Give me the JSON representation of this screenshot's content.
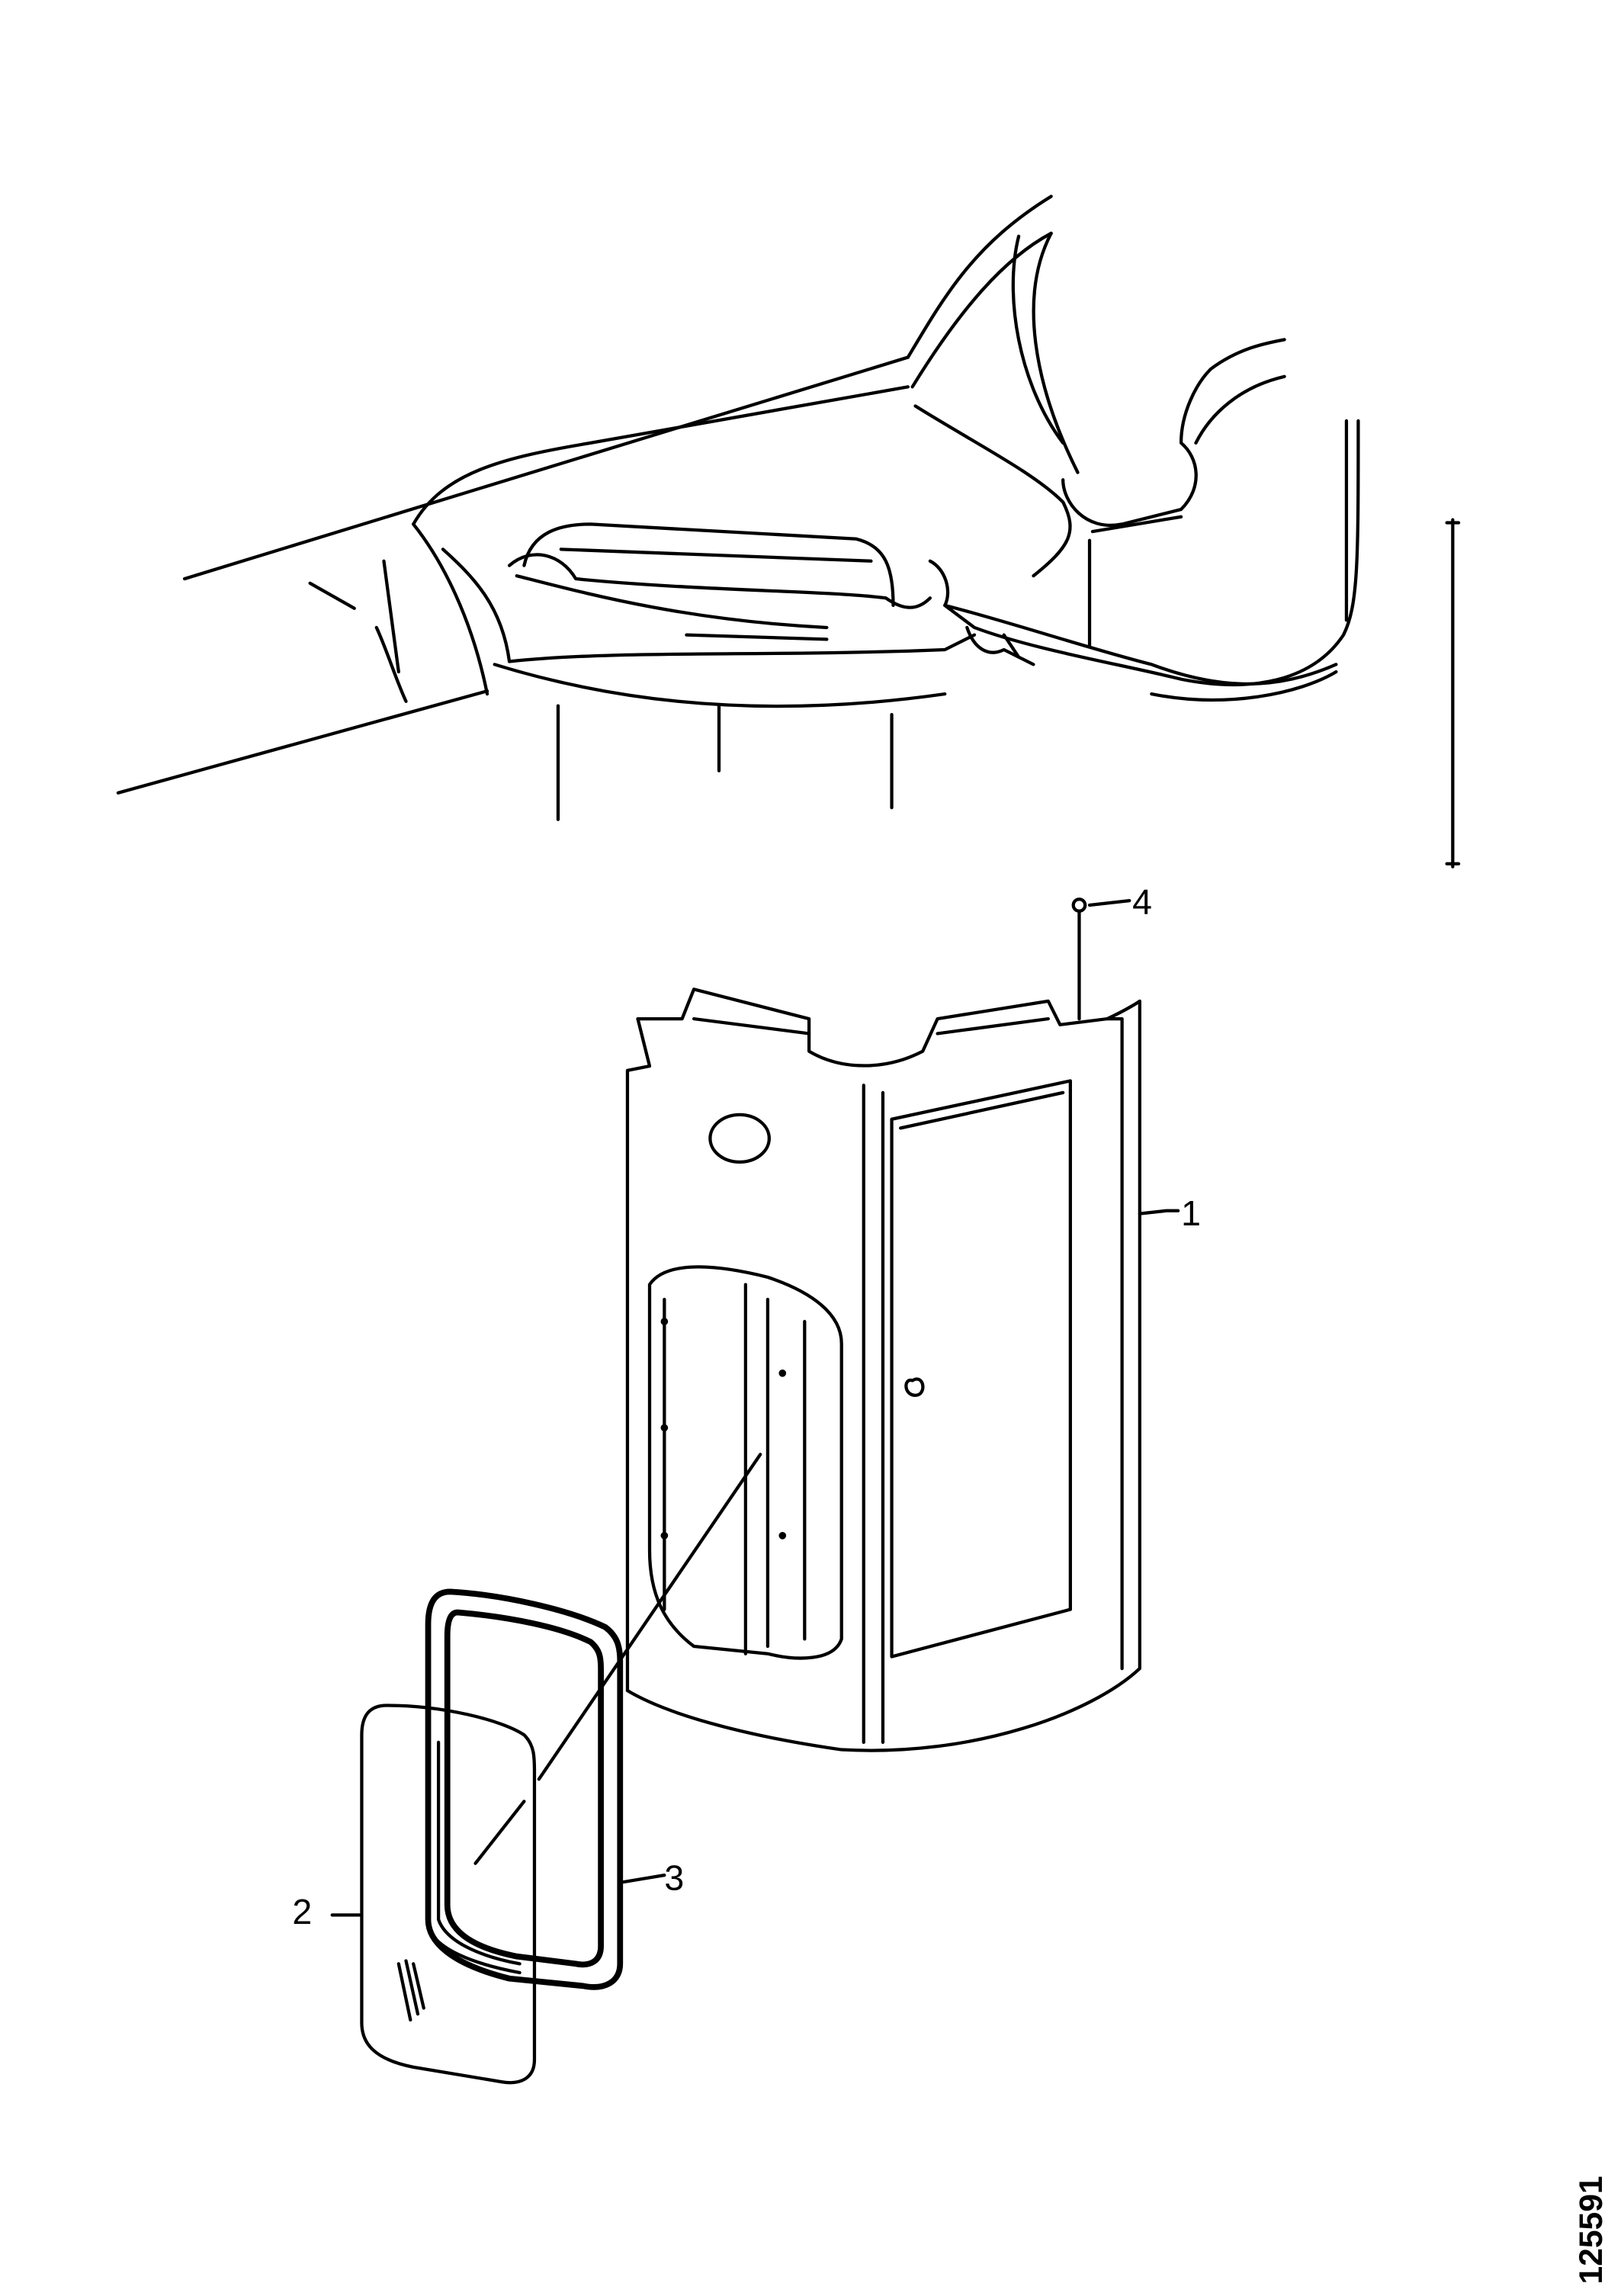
{
  "diagram": {
    "callouts": [
      {
        "id": "1",
        "label": "1"
      },
      {
        "id": "2",
        "label": "2"
      },
      {
        "id": "3",
        "label": "3"
      },
      {
        "id": "4",
        "label": "4"
      }
    ],
    "document_number": "125591",
    "line_color": "#000000",
    "background_color": "#ffffff"
  }
}
